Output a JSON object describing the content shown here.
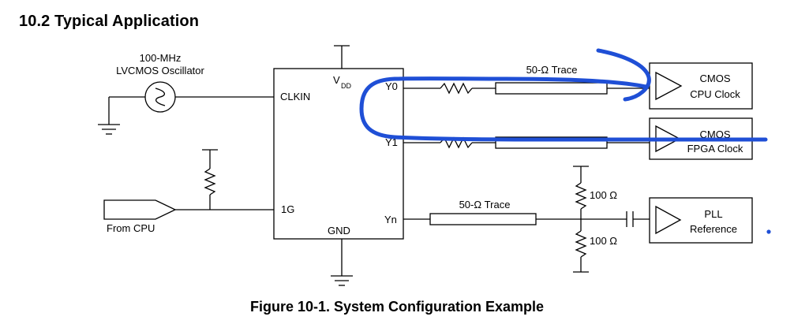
{
  "section": {
    "title": "10.2 Typical Application"
  },
  "caption": "Figure 10-1. System Configuration Example",
  "labels": {
    "osc_freq": "100-MHz",
    "osc_type": "LVCMOS Oscillator",
    "vdd": "V",
    "vdd_sub": "DD",
    "clkin": "CLKIN",
    "y0": "Y0",
    "y1": "Y1",
    "g1": "1G",
    "yn": "Yn",
    "gnd": "GND",
    "from_cpu": "From CPU",
    "trace_top": "50-Ω  Trace",
    "trace_bottom": "50-Ω  Trace",
    "cmos_cpu_line1": "CMOS",
    "cmos_cpu_line2": "CPU Clock",
    "cmos_fpga_line1": "CMOS",
    "cmos_fpga_line2": "FPGA Clock",
    "pll_line1": "PLL",
    "pll_line2": "Reference",
    "r_top": "100 Ω",
    "r_bottom": "100 Ω"
  },
  "colors": {
    "annotation_ink": "#1f4fd6"
  }
}
